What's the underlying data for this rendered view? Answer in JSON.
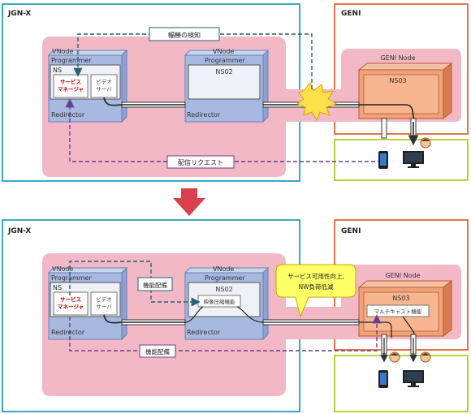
{
  "top": {
    "jgn_title": "JGN-X",
    "geni_title": "GENI",
    "vnode_left_title": "VNode",
    "vnode_left_programmer": "Programmer",
    "ns_label": "NS",
    "service_manager_l1": "サービス",
    "service_manager_l2": "マネージャ",
    "video_server_l1": "ビデオ",
    "video_server_l2": "サーバ",
    "redirector_left": "Redirector",
    "vnode_right_title": "VNode",
    "vnode_right_programmer": "Programmer",
    "ns02_label": "NS02",
    "redirector_right": "Redirector",
    "geni_node_title": "GENI Node",
    "ns03_label": "NS03",
    "congestion_callout": "輻輳の検知",
    "request_callout": "配信リクエスト"
  },
  "bottom": {
    "jgn_title": "JGN-X",
    "geni_title": "GENI",
    "vnode_left_title": "VNode",
    "vnode_left_programmer": "Programmer",
    "ns_label": "NS",
    "service_manager_l1": "サービス",
    "service_manager_l2": "マネージャ",
    "video_server_l1": "ビデオ",
    "video_server_l2": "サーバ",
    "redirector_left": "Redirector",
    "vnode_right_title": "VNode",
    "vnode_right_programmer": "Programmer",
    "ns02_label": "NS02",
    "compression_label": "映像圧縮機能",
    "redirector_right": "Redirector",
    "geni_node_title": "GENI Node",
    "ns03_label": "NS03",
    "multicast_label": "マルチキャスト機能",
    "deploy_callout_1": "機能配備",
    "deploy_callout_2": "機能配備",
    "speech_l1": "サービス可用性向上,",
    "speech_l2": "NW負荷低減"
  },
  "colors": {
    "jgn_border": "#3aa7c6",
    "geni_border": "#e8734a",
    "user_border": "#b8d23a",
    "pink_region": "#f2b8c6",
    "vnode_fill": "#a7b9e0",
    "geni_node_fill": "#f0a27a",
    "down_arrow": "#d9414f",
    "dashed_teal": "#2b5f73",
    "dashed_purple": "#6a3f8e"
  }
}
